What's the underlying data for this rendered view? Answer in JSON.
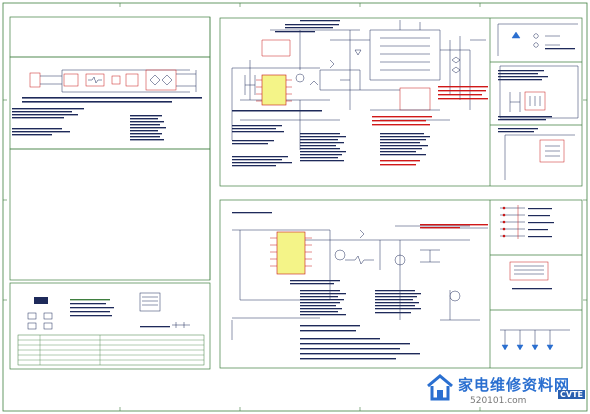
{
  "colors": {
    "frame": "#3f7f3f",
    "wire": "#1e2a5a",
    "pin": "#c81818",
    "note_red": "#d01818",
    "part_outline": "#c81818",
    "ic_fill": "#f4f488",
    "watermark_blue": "#2a6fd0",
    "watermark_gray": "#777777",
    "logo_bg": "#2a5fb0"
  },
  "watermark": {
    "site_name": "家电维修资料网",
    "site_url": "520101.com",
    "logo_text": "CVTE"
  },
  "icon_names": [
    "house-logo-icon",
    "cvte-logo-icon"
  ]
}
